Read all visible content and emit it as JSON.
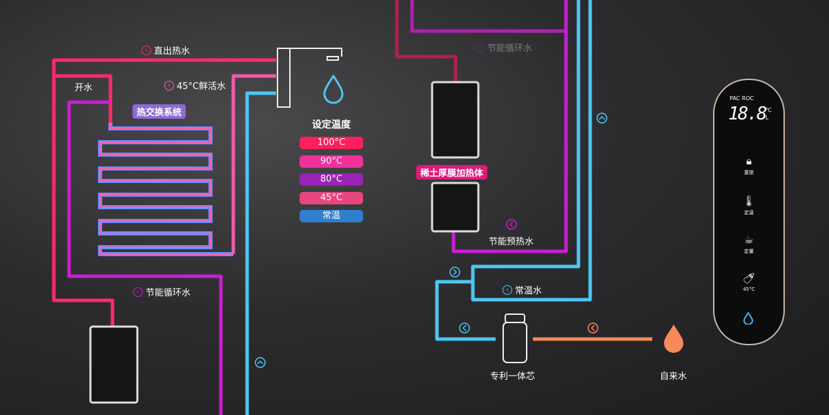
{
  "labels": {
    "direct_hot": "直出热水",
    "boil": "开水",
    "fresh45": "45°C鲜活水",
    "heat_exchange": "热交换系统",
    "energy_cycle_left": "节能循环水",
    "energy_cycle_right": "节能循环水",
    "rare_earth": "稀土厚膜加热体",
    "preheat": "节能预热水",
    "normal_water": "常温水",
    "filter": "专利一体芯",
    "tap_water": "自来水"
  },
  "temperature": {
    "title": "设定温度",
    "options": [
      {
        "label": "100°C",
        "color": "#ff1f5e"
      },
      {
        "label": "90°C",
        "color": "#f2309a"
      },
      {
        "label": "80°C",
        "color": "#9b22b6"
      },
      {
        "label": "45°C",
        "color": "#e8457f"
      },
      {
        "label": "常温",
        "color": "#2f7fce"
      }
    ]
  },
  "panel": {
    "brands": "PAC  ROC",
    "display": "18.8",
    "unit_c": "℃",
    "unit_l": "L",
    "buttons": [
      {
        "icon": "lock-icon",
        "glyph": "🔒︎",
        "label": "童锁"
      },
      {
        "icon": "thermometer-icon",
        "glyph": "🌡︎",
        "label": "定温"
      },
      {
        "icon": "cup-icon",
        "glyph": "☕︎",
        "label": "定量"
      },
      {
        "icon": "bottle-icon",
        "glyph": "🍼︎",
        "label": "45°C"
      }
    ]
  },
  "colors": {
    "red": "#ff2a6a",
    "pink": "#ff4fa0",
    "magenta": "#c81fd0",
    "blue": "#4cc7f2",
    "orange": "#f7895a"
  }
}
